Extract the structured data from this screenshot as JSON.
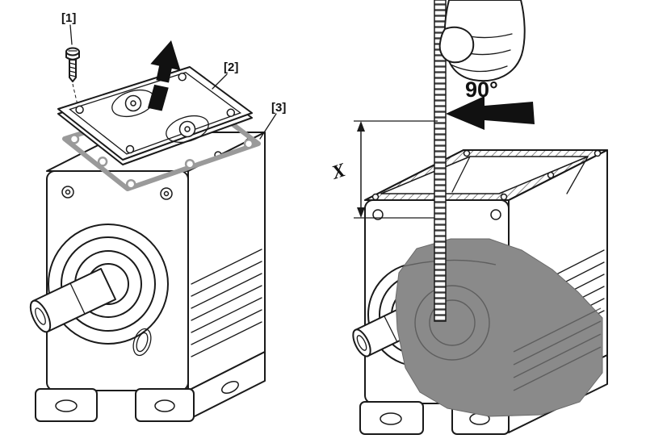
{
  "labels": {
    "part1": "[1]",
    "part2": "[2]",
    "part3": "[3]",
    "angle": "90°",
    "depth": "X"
  },
  "colors": {
    "line": "#1a1a1a",
    "gasket": "#9a9a9a",
    "mass": "#8a8a8a",
    "mass_detail": "#5e5e5e",
    "arrow": "#111111"
  }
}
